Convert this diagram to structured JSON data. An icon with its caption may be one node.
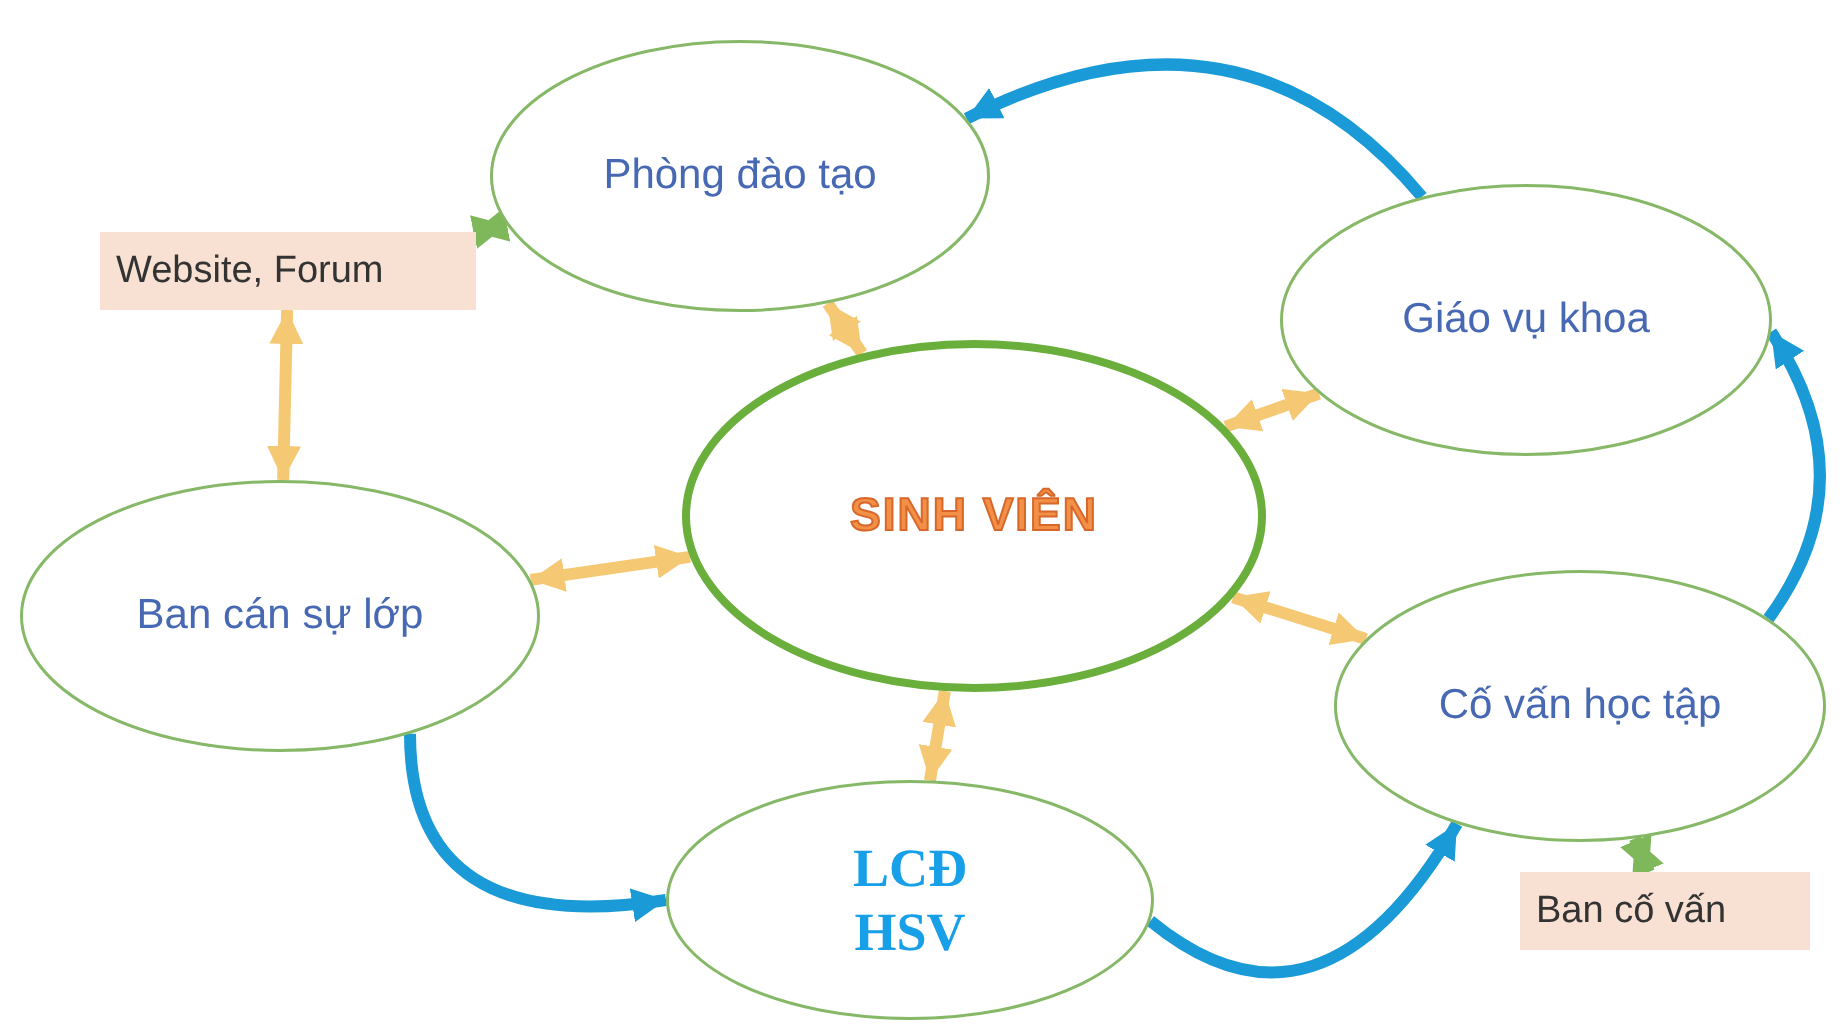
{
  "diagram": {
    "nodes": [
      {
        "text": [
          "Phòng đào tạo"
        ]
      },
      {
        "text": [
          "Website, Forum"
        ]
      },
      {
        "text": [
          "Giáo vụ khoa"
        ]
      },
      {
        "text": [
          "SINH VIÊN"
        ]
      },
      {
        "text": [
          "Ban cán sự lớp"
        ]
      },
      {
        "text": [
          "Cố vấn học tập"
        ]
      },
      {
        "text": [
          "LCĐ HSV"
        ]
      },
      {
        "text": [
          "Ban cố vấn"
        ]
      }
    ],
    "edges": [
      {
        "from": 3,
        "to": 0,
        "arrow": "both"
      },
      {
        "from": 1,
        "to": 0,
        "arrow": "both",
        "color": "#7fb85a"
      },
      {
        "from": 2,
        "to": 0,
        "arrow": "to",
        "color": "#1a9ad6"
      },
      {
        "from": 3,
        "to": 2,
        "arrow": "both"
      },
      {
        "from": 1,
        "to": 4,
        "arrow": "both"
      },
      {
        "from": 3,
        "to": 4,
        "arrow": "both"
      },
      {
        "from": 5,
        "to": 2,
        "arrow": "to",
        "color": "#1a9ad6"
      },
      {
        "from": 3,
        "to": 5,
        "arrow": "both"
      },
      {
        "from": 3,
        "to": 6,
        "arrow": "both"
      },
      {
        "from": 4,
        "to": 6,
        "arrow": "to",
        "color": "#1a9ad6"
      },
      {
        "from": 6,
        "to": 5,
        "arrow": "to",
        "color": "#1a9ad6"
      },
      {
        "from": 5,
        "to": 7,
        "arrow": "both",
        "color": "#7fb85a"
      }
    ]
  }
}
